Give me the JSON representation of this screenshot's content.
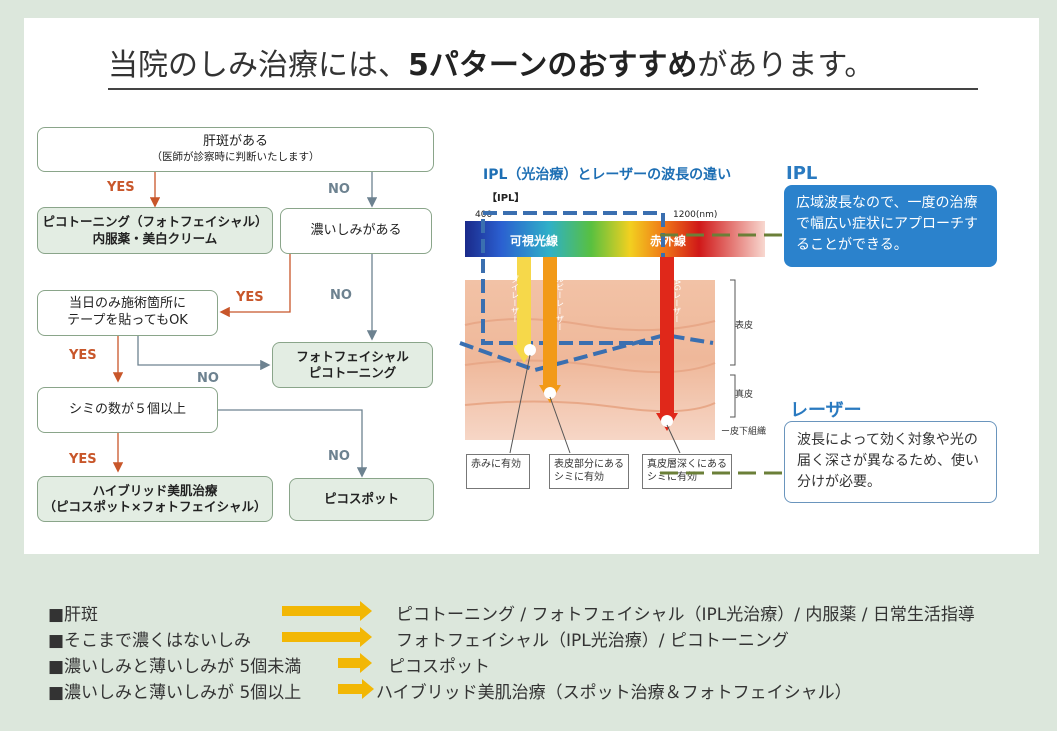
{
  "title": {
    "pre": "当院のしみ治療には、",
    "bold": "5パターンのおすすめ",
    "post": "があります。"
  },
  "flow": {
    "start": {
      "line1": "肝斑がある",
      "line2": "（医師が診察時に判断いたします）"
    },
    "yes": "YES",
    "no": "NO",
    "pico_photo_meds": {
      "line1": "ピコトーニング（フォトフェイシャル）",
      "line2": "内服薬・美白クリーム"
    },
    "dark_spot": "濃いしみがある",
    "same_day": {
      "line1": "当日のみ施術箇所に",
      "line2": "テープを貼ってもOK"
    },
    "photo_pico": {
      "line1": "フォトフェイシャル",
      "line2": "ピコトーニング"
    },
    "count": "シミの数が５個以上",
    "hybrid": {
      "line1": "ハイブリッド美肌治療",
      "line2": "（ピコスポット×フォトフェイシャル）"
    },
    "picospot": "ピコスポット"
  },
  "diagram": {
    "title": "IPL（光治療）とレーザーの波長の違い",
    "ipl_tag": "【IPL】",
    "nm_start": "400",
    "nm_end": "1200(nm)",
    "visible": "可視光線",
    "infrared": "赤外線",
    "lasers": [
      "ダイレーザー",
      "ルビーレーザー",
      "YAGレーザー"
    ],
    "layers": [
      "表皮",
      "真皮",
      "皮下組織"
    ],
    "notes": [
      {
        "line1": "赤みに有効"
      },
      {
        "line1": "表皮部分にある",
        "line2": "シミに有効"
      },
      {
        "line1": "真皮層深くにある",
        "line2": "シミに有効"
      }
    ],
    "ipl_head": "IPL",
    "ipl_text": "広域波長なので、一度の治療で幅広い症状にアプローチすることができる。",
    "laser_head": "レーザー",
    "laser_text": "波長によって効く対象や光の届く深さが異なるため、使い分けが必要。"
  },
  "legend": [
    {
      "label": "■肝斑",
      "result": "ピコトーニング / フォトフェイシャル（IPL光治療）/ 内服薬 / 日常生活指導"
    },
    {
      "label": "■そこまで濃くはないしみ",
      "result": "フォトフェイシャル（IPL光治療）/ ピコトーニング"
    },
    {
      "label": "■濃いしみと薄いしみが 5個未満",
      "result": "ピコスポット"
    },
    {
      "label": "■濃いしみと薄いしみが 5個以上",
      "result": "ハイブリッド美肌治療（スポット治療＆フォトフェイシャル）"
    }
  ],
  "colors": {
    "yes": "#c8562a",
    "no": "#6d8290",
    "ipl_blue": "#2b82cc",
    "arrow": "#f2b705"
  }
}
